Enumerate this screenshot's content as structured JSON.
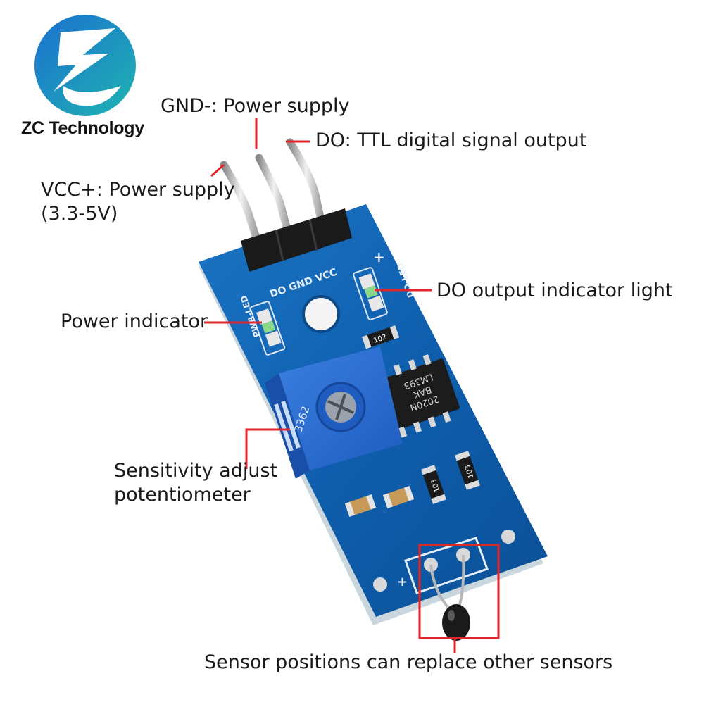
{
  "brand": {
    "name": "ZC Technology",
    "logo_colors": {
      "blue": "#1b6fd0",
      "teal": "#1fb5b0"
    }
  },
  "annotations": {
    "gnd": "GND-: Power supply",
    "do": "DO: TTL digital signal output",
    "vcc_line1": "VCC+: Power supply",
    "vcc_line2": "(3.3-5V)",
    "do_led": "DO output indicator light",
    "power_indicator": "Power indicator",
    "pot_line1": "Sensitivity adjust",
    "pot_line2": "potentiometer",
    "sensor": "Sensor positions can replace other sensors"
  },
  "board": {
    "silkscreen_header": "DO GND VCC",
    "silkscreen_pwr": "PWR-LED",
    "silkscreen_do": "DO-LED",
    "pot_marking": "3362",
    "chip_line1": "LM393",
    "chip_line2": "BAK",
    "chip_line3": "2020N",
    "resistor_102": "102",
    "resistor_103": "103",
    "resistor_103b": "103",
    "plus_sign": "+",
    "pcb_color": "#0f5fae",
    "callout_color": "#e0262b"
  }
}
